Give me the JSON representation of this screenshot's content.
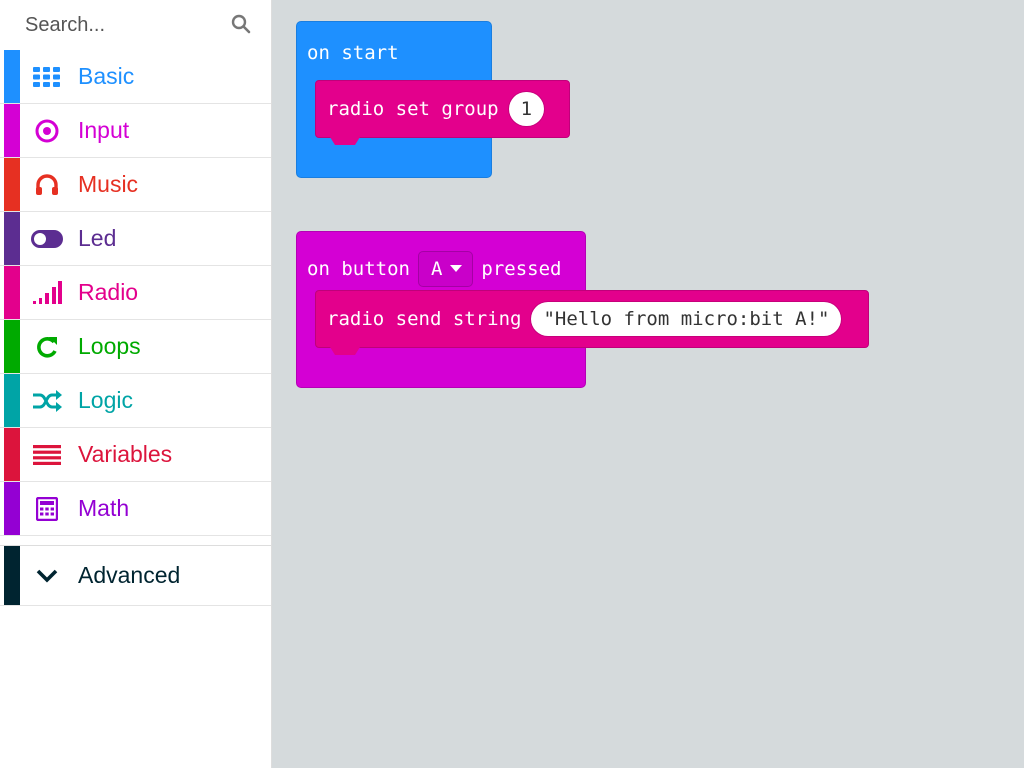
{
  "search": {
    "placeholder": "Search..."
  },
  "categories": [
    {
      "label": "Basic",
      "color": "#1e90ff",
      "icon": "grid-icon"
    },
    {
      "label": "Input",
      "color": "#d400d4",
      "icon": "target-icon"
    },
    {
      "label": "Music",
      "color": "#e63022",
      "icon": "headphones-icon"
    },
    {
      "label": "Led",
      "color": "#5c2d91",
      "icon": "toggle-icon"
    },
    {
      "label": "Radio",
      "color": "#e3008c",
      "icon": "signal-bars-icon"
    },
    {
      "label": "Loops",
      "color": "#00aa00",
      "icon": "refresh-icon"
    },
    {
      "label": "Logic",
      "color": "#00a4a6",
      "icon": "shuffle-icon"
    },
    {
      "label": "Variables",
      "color": "#dc143c",
      "icon": "list-icon"
    },
    {
      "label": "Math",
      "color": "#9400d3",
      "icon": "calculator-icon"
    }
  ],
  "advanced": {
    "label": "Advanced",
    "color": "#002430",
    "icon": "chevron-down-icon"
  },
  "blocks": {
    "on_start": {
      "label": "on start",
      "color": "#1e90ff",
      "inner": {
        "label": "radio set group",
        "value": "1",
        "color": "#e3008c"
      }
    },
    "on_button": {
      "label_prefix": "on button",
      "button_value": "A",
      "label_suffix": "pressed",
      "color": "#d400d4",
      "inner": {
        "label": "radio send string",
        "value": "\"Hello from micro:bit A!\"",
        "color": "#e3008c"
      }
    }
  }
}
